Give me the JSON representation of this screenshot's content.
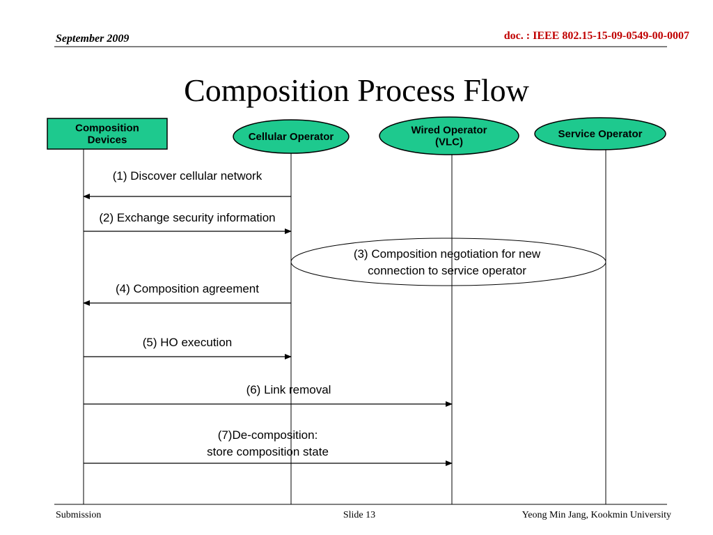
{
  "header": {
    "date": "September 2009",
    "doc_id": "doc. : IEEE 802.15-15-09-0549-00-0007"
  },
  "title": "Composition Process Flow",
  "colors": {
    "entity_fill": "#1ec98e",
    "doc_id": "#c00000",
    "line": "#000000"
  },
  "entities": [
    {
      "id": "devices",
      "lines": [
        "Composition",
        "Devices"
      ],
      "shape": "rect"
    },
    {
      "id": "cellular",
      "lines": [
        "Cellular Operator"
      ],
      "shape": "ellipse"
    },
    {
      "id": "wired",
      "lines": [
        "Wired Operator",
        "(VLC)"
      ],
      "shape": "ellipse"
    },
    {
      "id": "service",
      "lines": [
        "Service Operator"
      ],
      "shape": "ellipse"
    }
  ],
  "messages": [
    {
      "from": "cellular",
      "to": "devices",
      "lines": [
        "(1) Discover cellular network"
      ]
    },
    {
      "from": "devices",
      "to": "cellular",
      "lines": [
        "(2) Exchange security information"
      ]
    },
    {
      "from": "cellular",
      "to": "devices",
      "lines": [
        "(4) Composition agreement"
      ]
    },
    {
      "from": "devices",
      "to": "cellular",
      "lines": [
        "(5) HO execution"
      ]
    },
    {
      "from": "devices",
      "to": "wired",
      "lines": [
        "(6) Link removal"
      ]
    },
    {
      "from": "devices",
      "to": "wired",
      "lines": [
        "(7)De-composition:",
        "store composition state"
      ]
    }
  ],
  "negotiation": {
    "lines": [
      "(3) Composition negotiation for new",
      "connection to service operator"
    ]
  },
  "footer": {
    "left": "Submission",
    "center": "Slide 13",
    "right": "Yeong Min Jang, Kookmin University"
  }
}
